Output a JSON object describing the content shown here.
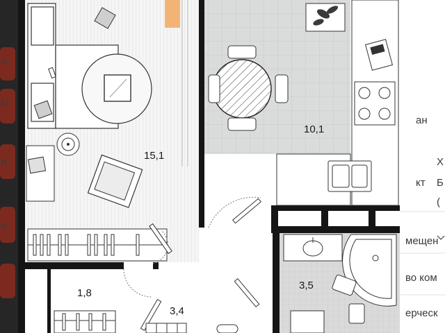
{
  "floor_plan": {
    "rooms": [
      {
        "id": "living-room",
        "area": "15,1"
      },
      {
        "id": "kitchen",
        "area": "10,1"
      },
      {
        "id": "wardrobe",
        "area": "1,8"
      },
      {
        "id": "hallway",
        "area": "3,4"
      },
      {
        "id": "bathroom",
        "area": "3,5"
      }
    ],
    "colors": {
      "wall": "#151515",
      "floor_wood": "#f4f4f4",
      "floor_tile_kitchen": "#d9dcdb",
      "floor_tile_bath": "#dadada",
      "background": "#1c1c1c"
    }
  },
  "side_panel_fragments": {
    "left": [
      "о",
      "ы",
      "и",
      "о"
    ],
    "right": [
      {
        "text": "ан"
      },
      {
        "text": "Х"
      },
      {
        "text": "кт"
      },
      {
        "text": "Б"
      },
      {
        "text": "("
      },
      {
        "text": "мещен"
      },
      {
        "text": "во ком"
      },
      {
        "text": "ерческ"
      }
    ]
  }
}
